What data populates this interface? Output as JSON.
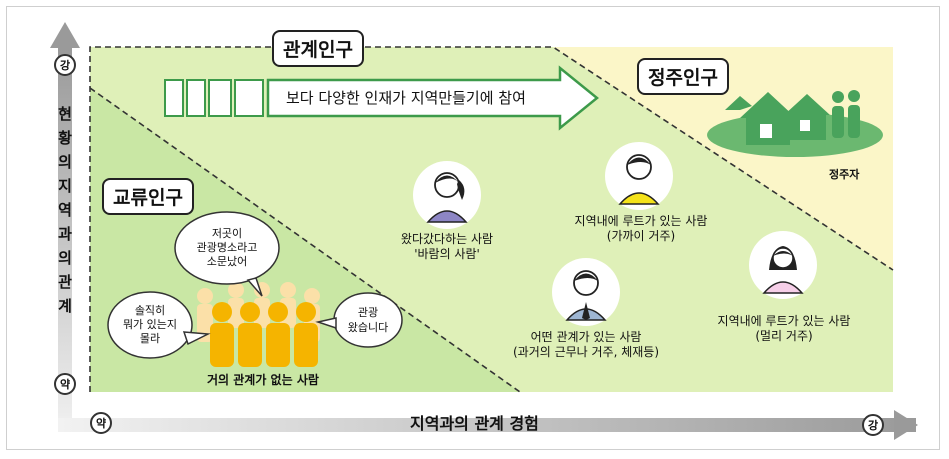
{
  "y_axis": {
    "label_chars": [
      "현",
      "황",
      "의",
      "지",
      "역",
      "과",
      "의",
      "관",
      "계"
    ],
    "strong": "강",
    "weak": "약"
  },
  "x_axis": {
    "label": "지역과의 관계 경험",
    "strong": "강",
    "weak": "약"
  },
  "groups": {
    "relation": "관계인구",
    "settled": "정주인구",
    "exchange": "교류인구"
  },
  "arrow_text": "보다 다양한 인재가 지역만들기에 참여",
  "people": {
    "settled_caption": "정주자",
    "wind": [
      "왔다갔다하는 사람",
      "'바람의 사람'"
    ],
    "root_near": [
      "지역내에 루트가 있는 사람",
      "(가까이 거주)"
    ],
    "some_relation": [
      "어떤 관계가 있는 사람",
      "(과거의 근무나 거주, 체재등)"
    ],
    "root_far": [
      "지역내에 루트가 있는 사람",
      "(멀리 거주)"
    ],
    "none": "거의 관계가 없는 사람"
  },
  "bubbles": {
    "famous": [
      "저곳이",
      "관광명소라고",
      "소문났어"
    ],
    "honest": [
      "솔직히",
      "뭐가 있는지",
      "몰라"
    ],
    "tour": [
      "관광",
      "왔습니다"
    ]
  },
  "colors": {
    "relation_area": "#dff0b8",
    "settled_area": "#fbf6c8",
    "exchange_area": "#c9e7a4",
    "house_green": "#49a35c",
    "crowd_orange": "#f5b400",
    "crowd_light": "#fbe0a8",
    "yellow_shirt": "#f4e21a",
    "pink_shirt": "#f6cfe8",
    "purple_shirt": "#8d86c5",
    "arrow_green": "#3d9a4a"
  }
}
